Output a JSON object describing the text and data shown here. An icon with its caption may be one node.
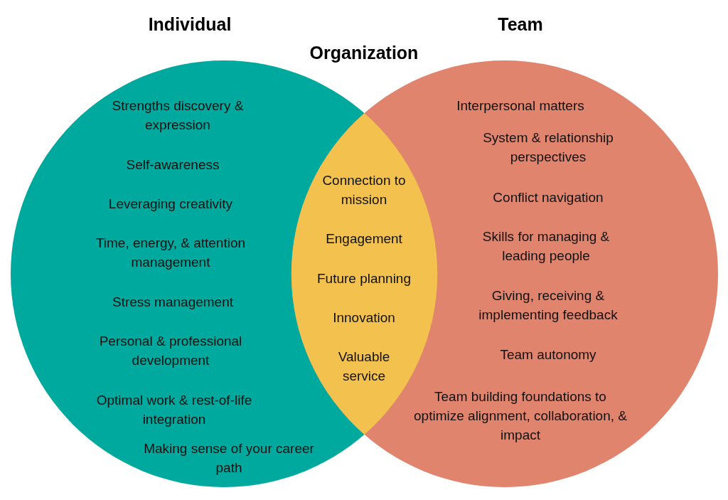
{
  "diagram": {
    "nodes": [
      {
        "text": [
          "Individual",
          "Strengths discovery & expression",
          "Self-awareness",
          "Leveraging creativity",
          "Time, energy, & attention management",
          "Stress management",
          "Personal & professional development",
          "Optimal work & rest-of-life integration",
          "Making sense of your career path"
        ]
      },
      {
        "text": [
          "Team",
          "Interpersonal matters",
          "System & relationship perspectives",
          "Conflict navigation",
          "Skills for managing & leading people",
          "Giving, receiving & implementing feedback",
          "Team autonomy",
          "Team building foundations to optimize alignment, collaboration, & impact"
        ]
      },
      {
        "text": [
          "Organization",
          "Connection to mission",
          "Engagement",
          "Future planning",
          "Innovation",
          "Valuable service"
        ]
      }
    ]
  }
}
